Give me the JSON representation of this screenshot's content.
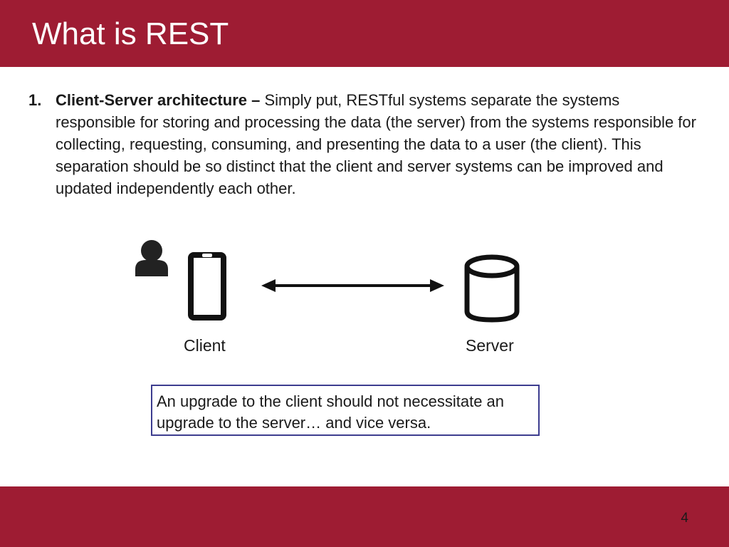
{
  "slide": {
    "title": "What is REST",
    "page_number": "4"
  },
  "content": {
    "items": [
      {
        "number": "1.",
        "term": "Client-Server architecture –",
        "text": " Simply put, RESTful systems separate the systems responsible for storing and processing the data (the server) from the systems responsible for collecting, requesting, consuming, and presenting the data to a user (the client).  This separation should be so distinct that the client and server systems can be improved and updated independently each other."
      }
    ]
  },
  "diagram": {
    "client_label": "Client",
    "server_label": "Server",
    "icons": [
      "user-icon",
      "mobile-phone-icon",
      "double-arrow",
      "database-icon"
    ],
    "note": "An upgrade to the client should not necessitate an upgrade to the server… and vice versa."
  },
  "colors": {
    "header_bg": "#9e1c33",
    "footer_bg": "#9e1c33",
    "note_border": "#3d3d8f"
  }
}
